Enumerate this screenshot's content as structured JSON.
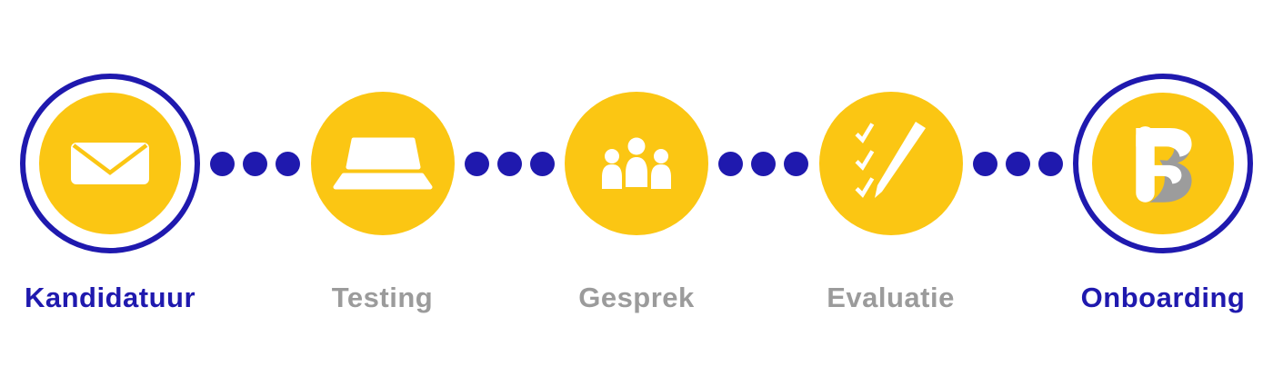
{
  "diagram": {
    "name": "recruitment-process-steps",
    "steps": [
      {
        "label": "Kandidatuur",
        "icon": "envelope-icon",
        "state": "active",
        "ring": true
      },
      {
        "label": "Testing",
        "icon": "laptop-icon",
        "state": "inactive",
        "ring": false
      },
      {
        "label": "Gesprek",
        "icon": "people-group-icon",
        "state": "inactive",
        "ring": false
      },
      {
        "label": "Evaluatie",
        "icon": "checklist-pen-icon",
        "state": "inactive",
        "ring": false
      },
      {
        "label": "Onboarding",
        "icon": "fb-monogram-logo",
        "state": "active",
        "ring": true
      }
    ],
    "connector": {
      "dots_per_gap": 3,
      "gaps": 4
    },
    "colors": {
      "accent_blue": "#1F19AE",
      "circle_yellow": "#FBC613",
      "inactive_gray": "#9B9B9B",
      "icon_white": "#FFFFFF",
      "logo_gray": "#9C9C9C",
      "background": "#FFFFFF"
    }
  }
}
